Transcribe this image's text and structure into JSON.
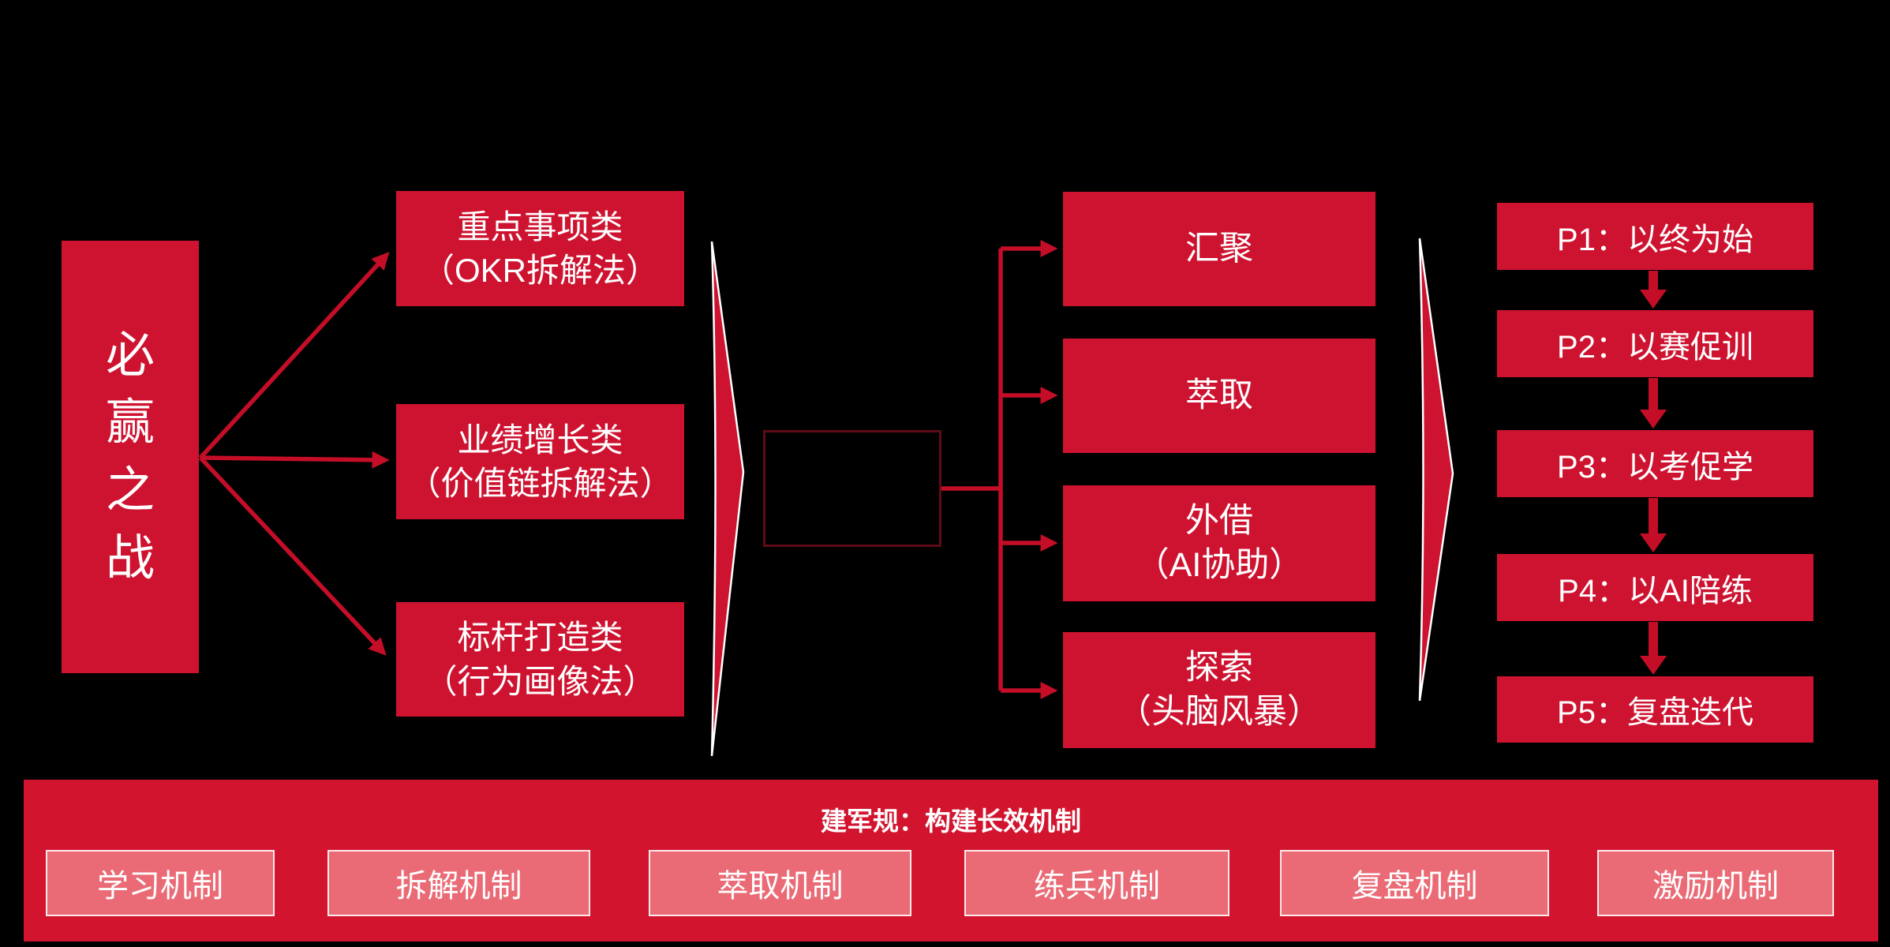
{
  "palette": {
    "box_red": "#CE1330",
    "line_red": "#C40E27",
    "banner_red": "#D2142F",
    "light_red": "#EA6B76",
    "dark_box_border": "#5F0A16",
    "text_white": "#FFFFFF"
  },
  "root": {
    "label": "必\n赢\n之\n战"
  },
  "categories": [
    {
      "line1": "重点事项类",
      "line2": "（OKR拆解法）"
    },
    {
      "line1": "业绩增长类",
      "line2": "（价值链拆解法）"
    },
    {
      "line1": "标杆打造类",
      "line2": "（行为画像法）"
    }
  ],
  "extraction": [
    {
      "line1": "汇聚"
    },
    {
      "line1": "萃取"
    },
    {
      "line1": "外借",
      "line2": "（AI协助）"
    },
    {
      "line1": "探索",
      "line2": "（头脑风暴）"
    }
  ],
  "phases": [
    {
      "label": "P1：以终为始"
    },
    {
      "label": "P2：以赛促训"
    },
    {
      "label": "P3：以考促学"
    },
    {
      "label": "P4：以AI陪练"
    },
    {
      "label": "P5：复盘迭代"
    }
  ],
  "banner": {
    "title": "建军规：构建长效机制",
    "items": [
      {
        "label": "学习机制"
      },
      {
        "label": "拆解机制"
      },
      {
        "label": "萃取机制"
      },
      {
        "label": "练兵机制"
      },
      {
        "label": "复盘机制"
      },
      {
        "label": "激励机制"
      }
    ]
  }
}
